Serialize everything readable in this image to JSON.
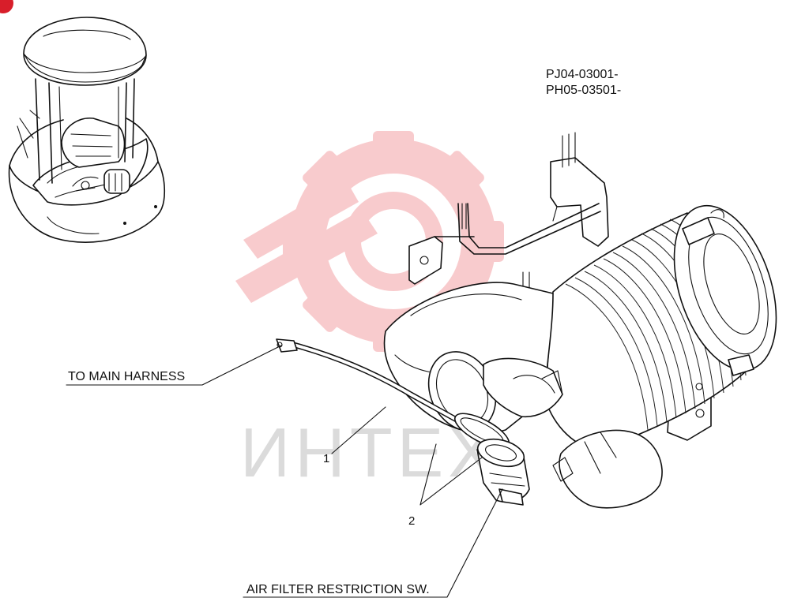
{
  "model_codes": [
    "PJ04-03001-",
    "PH05-03501-"
  ],
  "callouts": {
    "main_harness": "TO MAIN HARNESS",
    "restriction_switch": "AIR FILTER RESTRICTION SW.",
    "item_1": "1",
    "item_2": "2"
  },
  "watermark": {
    "text": "ИНТЕХ",
    "color": "#e8494f"
  },
  "corner_badge_color": "#d81e2a"
}
